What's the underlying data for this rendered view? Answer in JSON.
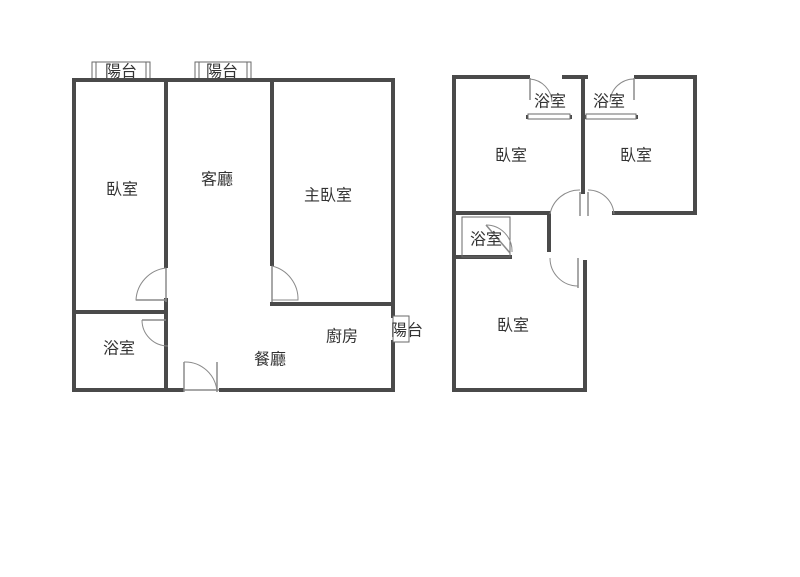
{
  "floor_1": {
    "balcony_top_left": "陽台",
    "balcony_top_center": "陽台",
    "bedroom_left": "臥室",
    "living_room": "客廳",
    "master_bedroom": "主臥室",
    "bathroom": "浴室",
    "kitchen": "廚房",
    "dining_room": "餐廳",
    "balcony_right": "陽台"
  },
  "floor_2": {
    "bathroom_a": "浴室",
    "bathroom_b": "浴室",
    "bedroom_a": "臥室",
    "bedroom_b": "臥室",
    "bathroom_c": "浴室",
    "bedroom_c": "臥室"
  }
}
